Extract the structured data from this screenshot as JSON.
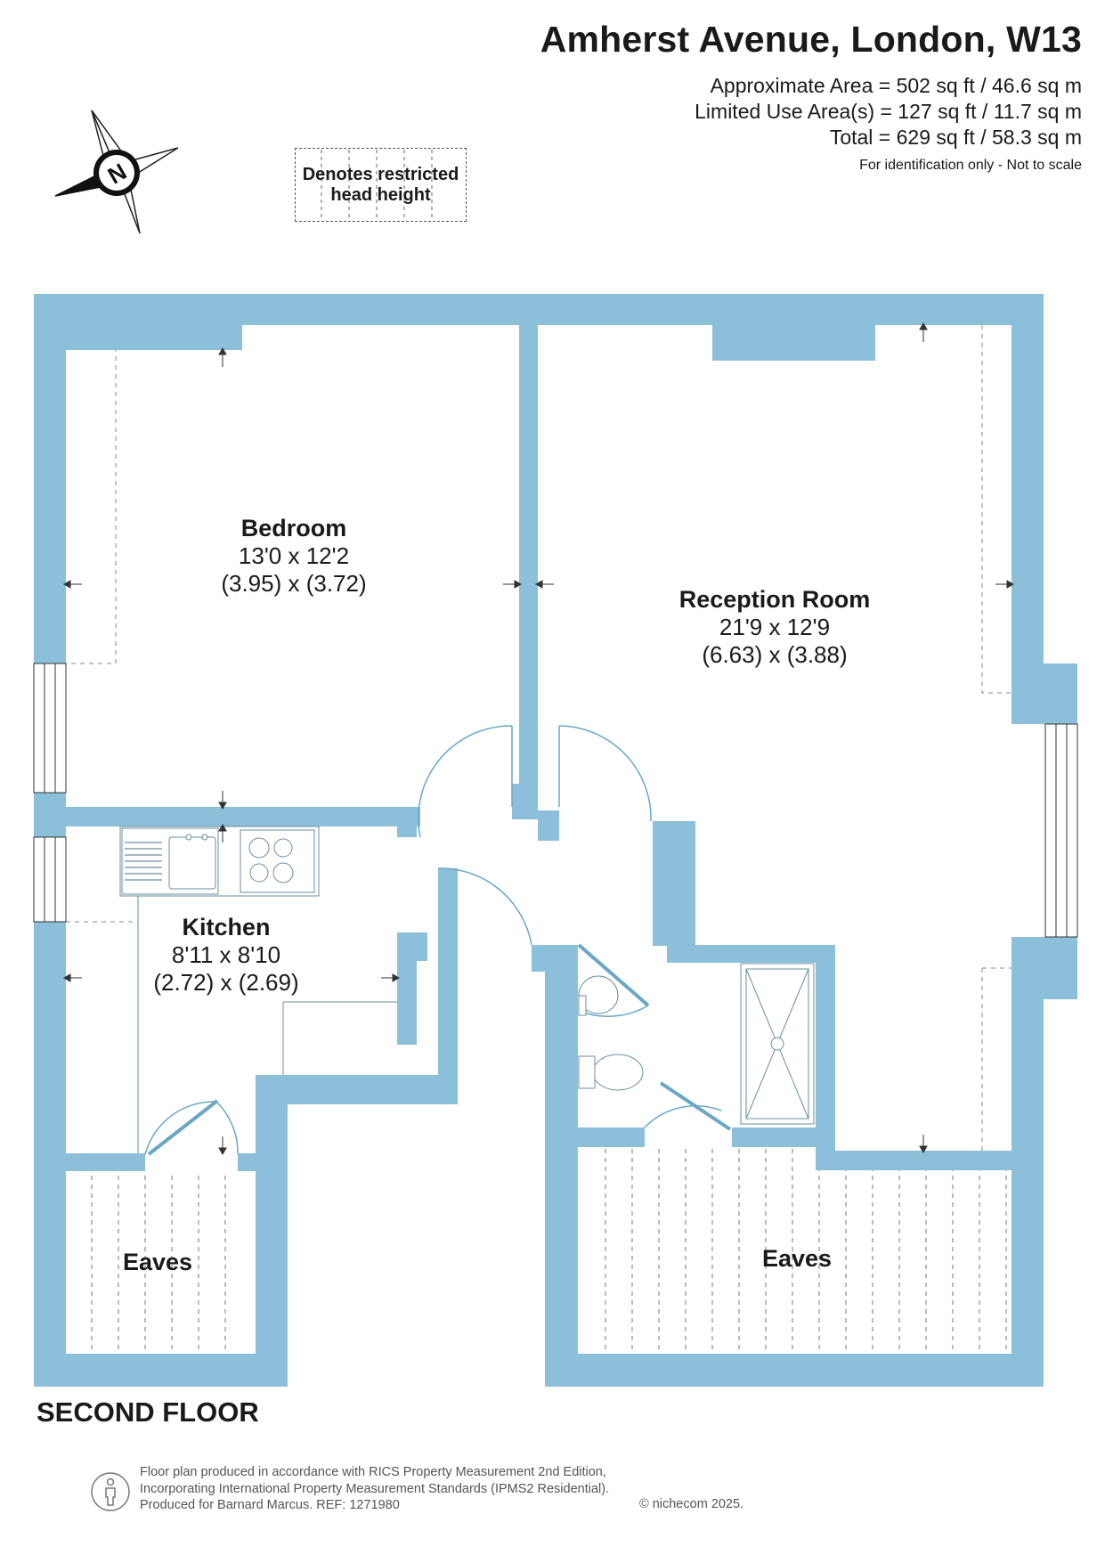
{
  "header": {
    "title": "Amherst Avenue, London, W13",
    "approx_area": "Approximate Area = 502 sq ft / 46.6 sq m",
    "limited_use": "Limited Use Area(s) = 127 sq ft / 11.7 sq m",
    "total": "Total = 629 sq ft / 58.3 sq m",
    "note": "For identification only - Not to scale"
  },
  "legend": {
    "line1": "Denotes restricted",
    "line2": "head height"
  },
  "compass": {
    "letter": "N",
    "icon": "compass-icon"
  },
  "rooms": {
    "bedroom": {
      "name": "Bedroom",
      "imperial": "13'0 x 12'2",
      "metric": "(3.95) x (3.72)"
    },
    "reception": {
      "name": "Reception Room",
      "imperial": "21'9 x 12'9",
      "metric": "(6.63) x (3.88)"
    },
    "kitchen": {
      "name": "Kitchen",
      "imperial": "8'11 x 8'10",
      "metric": "(2.72) x (2.69)"
    },
    "eaves_left": {
      "name": "Eaves"
    },
    "eaves_right": {
      "name": "Eaves"
    }
  },
  "floor_label": "SECOND FLOOR",
  "footer": {
    "line1": "Floor plan produced in accordance with RICS Property Measurement 2nd Edition,",
    "line2": "Incorporating International Property Measurement Standards (IPMS2 Residential).",
    "line3": "Produced for Barnard Marcus.   REF:  1271980",
    "copyright": "© nichecom 2025.",
    "icon": "person-info-icon"
  },
  "colors": {
    "wall": "#8cc0da",
    "text": "#1a1a1a",
    "line": "#6b8c99"
  }
}
